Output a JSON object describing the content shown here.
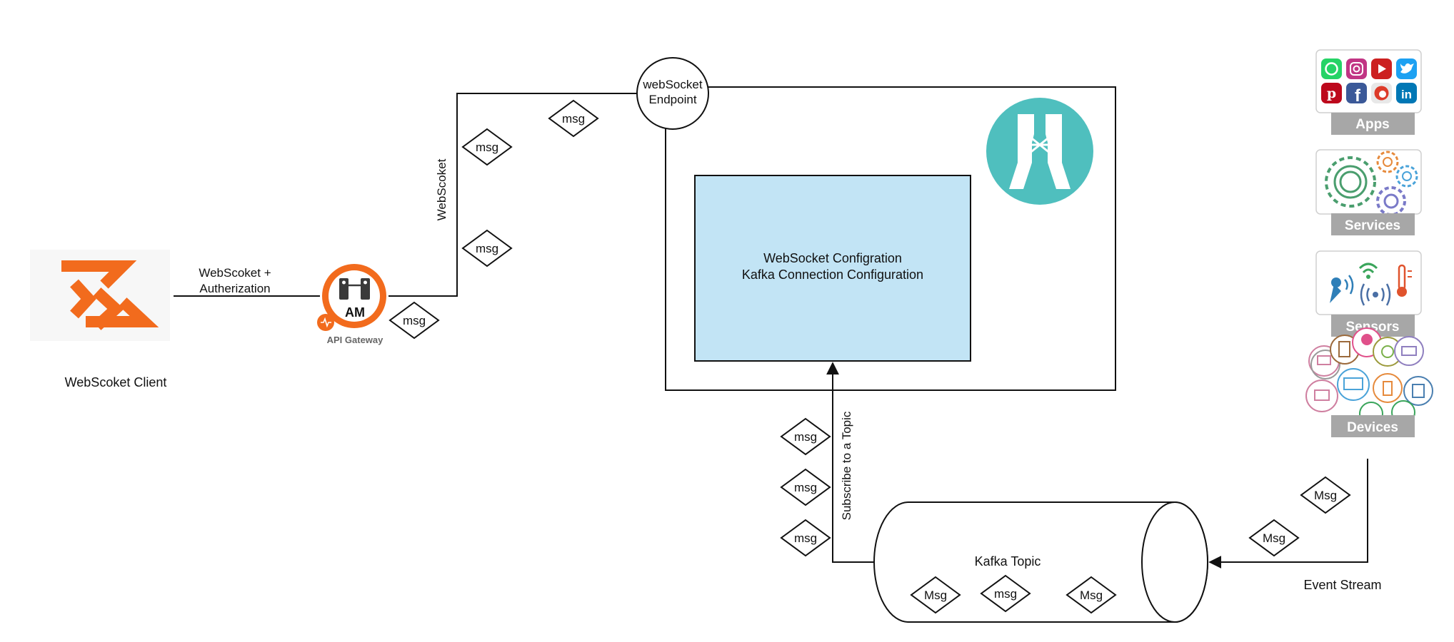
{
  "client": {
    "label": "WebScoket Client",
    "icon": "websocket-logo-icon"
  },
  "client_link": {
    "line1": "WebScoket +",
    "line2": "Autherization"
  },
  "gateway": {
    "label": "API Gateway",
    "badge": "AM",
    "icon": "api-gateway-icon"
  },
  "websocket_path": {
    "label": "WebScoket"
  },
  "endpoint": {
    "line1": "webSocket",
    "line2": "Endpoint"
  },
  "platform": {
    "logo_icon": "streaming-platform-logo-icon"
  },
  "config_box": {
    "line1": "WebSocket Configration",
    "line2": "Kafka Connection Configuration",
    "fill": "#c2e4f5"
  },
  "subscribe": {
    "label": "Subscribe to a Topic"
  },
  "kafka": {
    "label": "Kafka Topic"
  },
  "event_stream": {
    "label": "Event Stream"
  },
  "sources": [
    {
      "label": "Apps",
      "icon": "social-apps-icon"
    },
    {
      "label": "Services",
      "icon": "gears-icon"
    },
    {
      "label": "Sensors",
      "icon": "sensors-icon"
    },
    {
      "label": "Devices",
      "icon": "devices-icon"
    }
  ],
  "messages": {
    "ws_path": [
      "msg",
      "msg",
      "msg",
      "msg"
    ],
    "subscribe_path": [
      "msg",
      "msg",
      "msg"
    ],
    "kafka_inside": [
      "Msg",
      "msg",
      "Msg"
    ],
    "event_path": [
      "Msg",
      "Msg"
    ]
  },
  "colors": {
    "orange": "#f26b1d",
    "teal": "#4fbfbe",
    "badge_gray": "#a7a7a7"
  }
}
